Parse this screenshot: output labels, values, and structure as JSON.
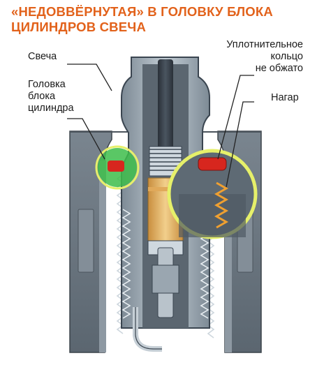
{
  "title": {
    "line1": "«НЕДОВВЁРНУТАЯ» В ГОЛОВКУ БЛОКА",
    "line2": "ЦИЛИНДРОВ СВЕЧА"
  },
  "labels": {
    "spark_plug": "Свеча",
    "cylinder_head": [
      "Головка",
      "блока",
      "цилиндра"
    ],
    "sealing_ring": [
      "Уплотнительное",
      "кольцо",
      "не обжато"
    ],
    "carbon_deposit": "Нагар"
  },
  "colors": {
    "title": "#e2621b",
    "metal_light": "#aab6c0",
    "metal_dark": "#3a4550",
    "cylinder_head": "#6b7680",
    "highlight_ring": "#e6f06a",
    "ok_zone": "#3dbd4a",
    "insulator": "#e8b86a",
    "seal_red": "#d7261e",
    "carbon": "#f0a030"
  }
}
